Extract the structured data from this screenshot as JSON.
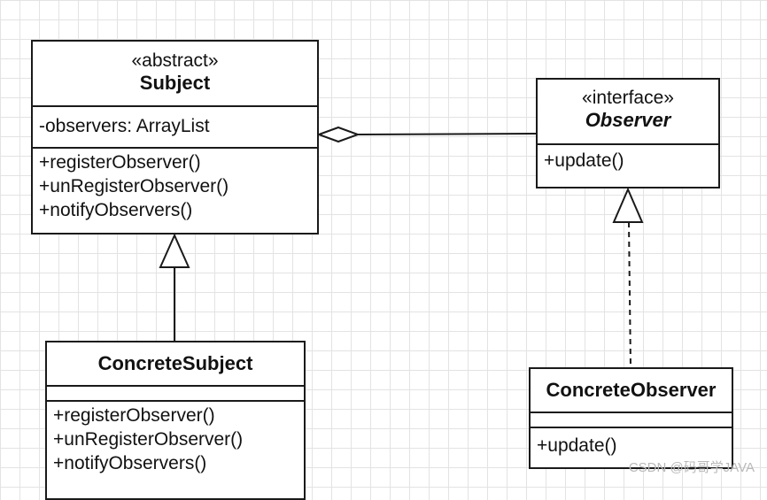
{
  "classes": {
    "subject": {
      "stereotype": "«abstract»",
      "name": "Subject",
      "attributes": [
        "-observers: ArrayList"
      ],
      "operations": [
        "+registerObserver()",
        "+unRegisterObserver()",
        "+notifyObservers()"
      ]
    },
    "observer": {
      "stereotype": "«interface»",
      "name": "Observer",
      "operations": [
        "+update()"
      ]
    },
    "concrete_subject": {
      "name": "ConcreteSubject",
      "operations": [
        "+registerObserver()",
        "+unRegisterObserver()",
        "+notifyObservers()"
      ]
    },
    "concrete_observer": {
      "name": "ConcreteObserver",
      "operations": [
        "+update()"
      ]
    }
  },
  "watermark": "CSDN @码哥学JAVA"
}
